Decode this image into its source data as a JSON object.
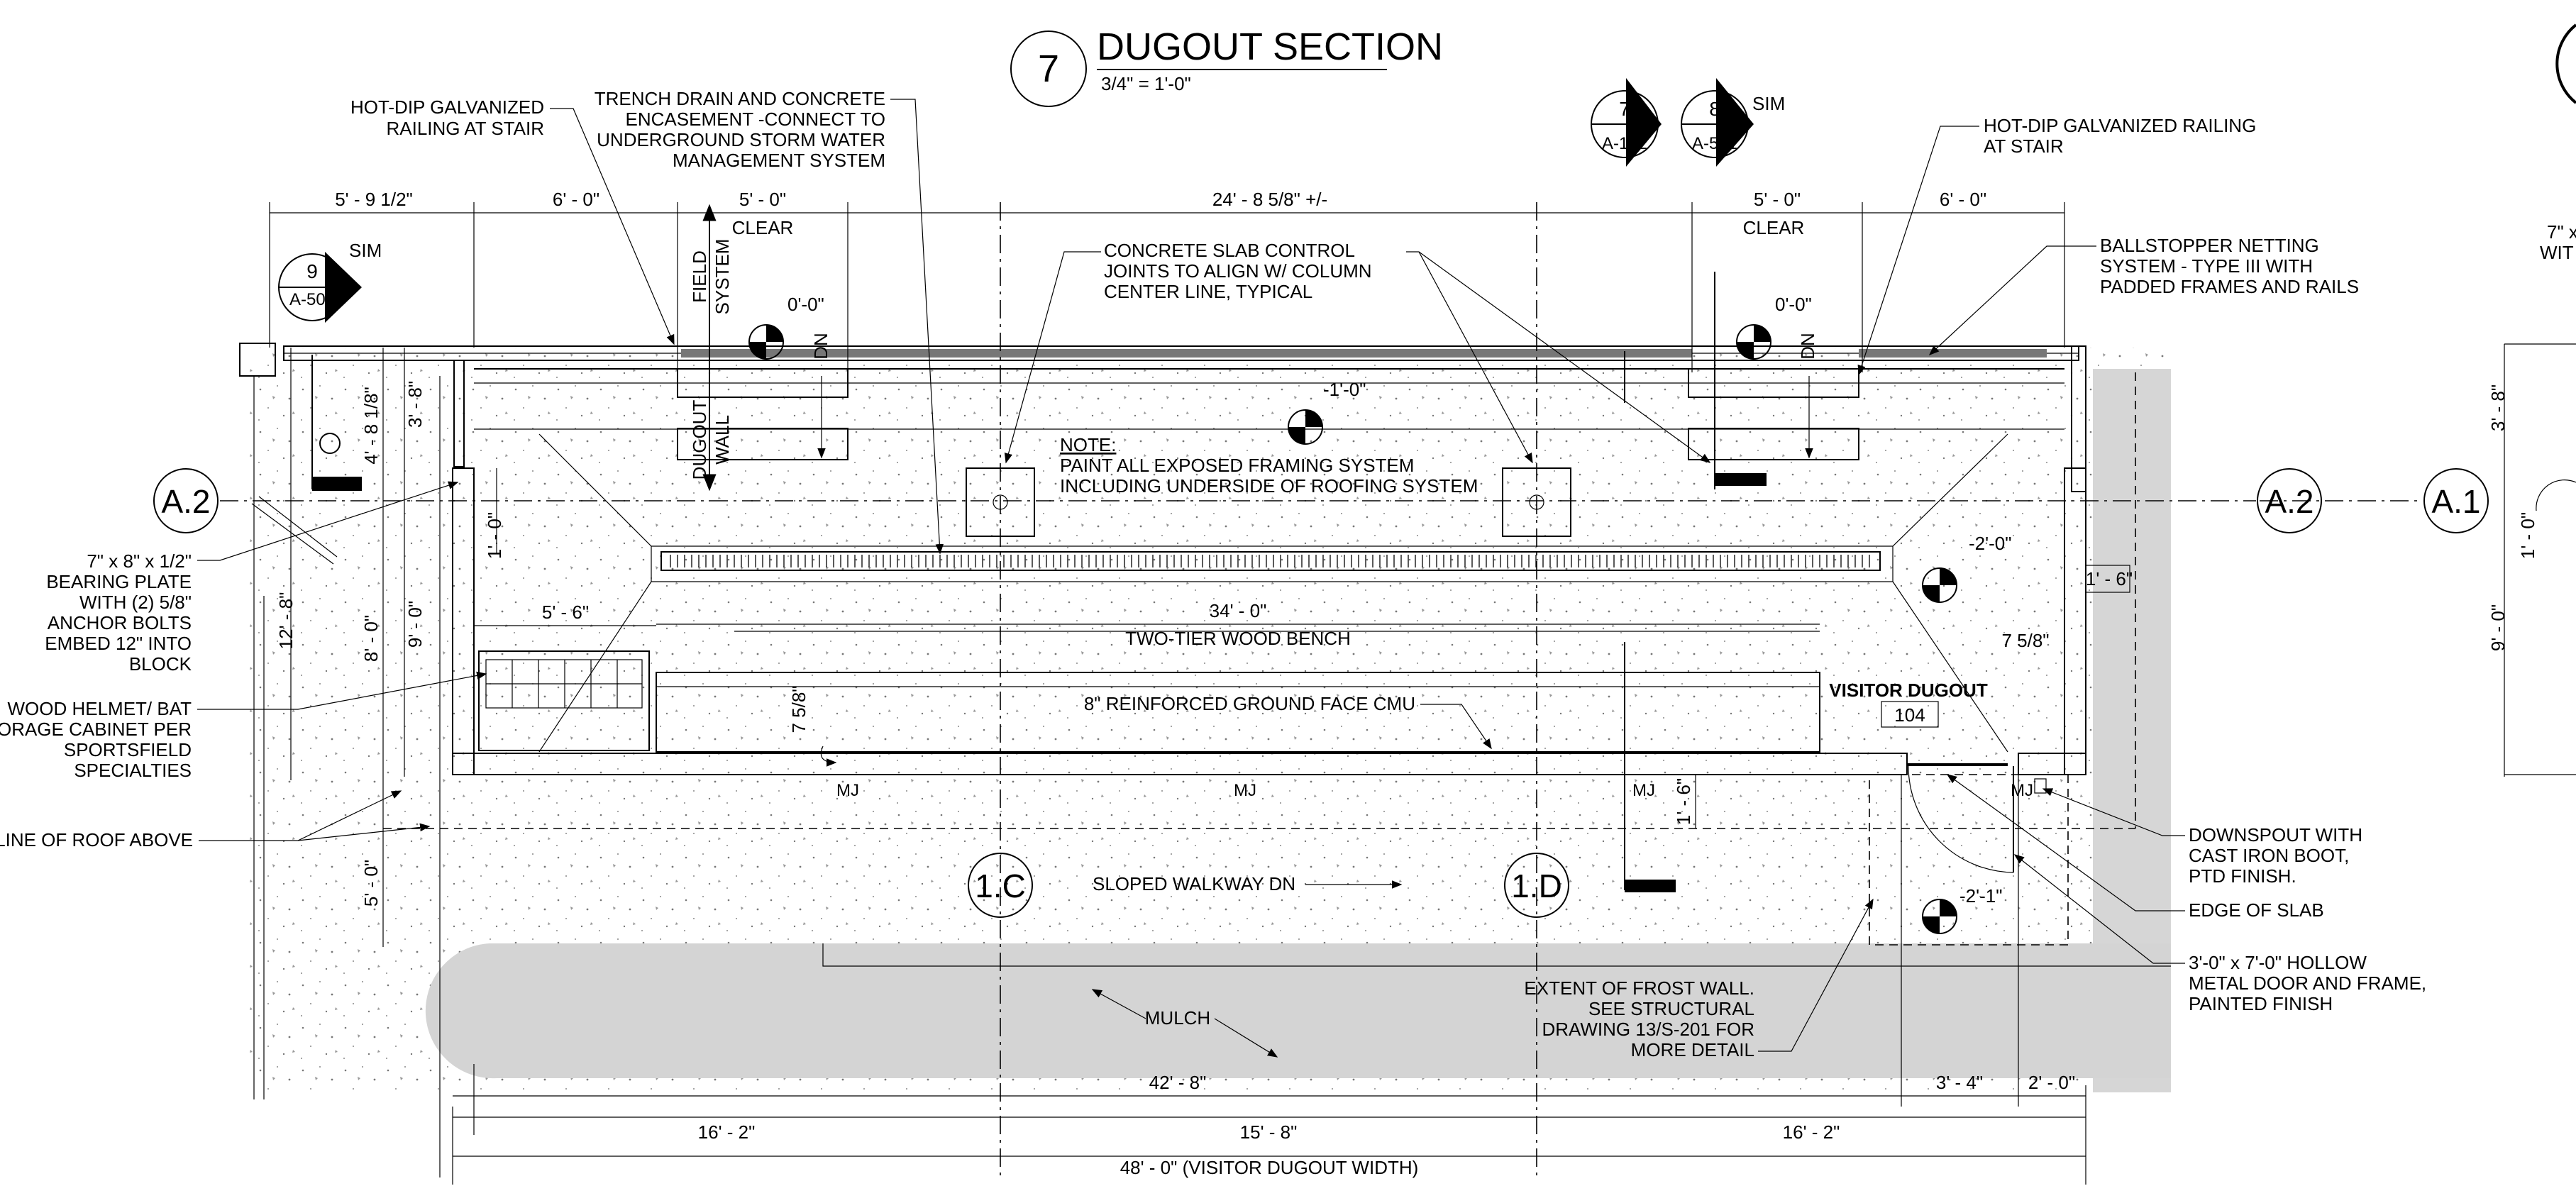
{
  "title": {
    "number": "7",
    "name": "DUGOUT SECTION",
    "scale": "3/4\" = 1'-0\""
  },
  "section_tags": [
    {
      "number": "9",
      "sheet": "A-501",
      "suffix": "SIM"
    },
    {
      "number": "7",
      "sheet": "A-102",
      "suffix": ""
    },
    {
      "number": "8",
      "sheet": "A-501",
      "suffix": "SIM"
    }
  ],
  "gridlines": {
    "a2_left": "A.2",
    "a2_right": "A.2",
    "a1": "A.1",
    "c1": "1.C",
    "d1": "1.D"
  },
  "top_dimensions": [
    "5' - 9 1/2\"",
    "6' - 0\"",
    "5' - 0\"",
    "24' - 8 5/8\" +/-",
    "5' - 0\"",
    "6' - 0\""
  ],
  "clear_labels": [
    "CLEAR",
    "CLEAR"
  ],
  "bottom_dimensions": {
    "row1": [
      "42' - 8\"",
      "3' - 4\"",
      "2' - 0\""
    ],
    "row2": [
      "16' - 2\"",
      "15' - 8\"",
      "16' - 2\""
    ],
    "total": "48' - 0\" (VISITOR DUGOUT WIDTH)"
  },
  "vertical_dimensions": {
    "left_a": "4' - 8 1/8\"",
    "left_b": "3' - 8\"",
    "left_c": "1' - 0\"",
    "left_d": "12' - 8\"",
    "left_e": "8' - 0\"",
    "left_f": "9' - 0\"",
    "left_g": "5' - 0\"",
    "right_a": "1' - 6\"",
    "right_b": "7 5/8\"",
    "mid_a": "1' - 6\"",
    "far_a": "3' - 8\"",
    "far_b": "1' - 0\"",
    "far_c": "9' - 0\""
  },
  "interior_dimensions": {
    "cabinet_width": "5' - 6\"",
    "bench_length": "34' - 0\"",
    "wall_thickness": "7 5/8\""
  },
  "elevations": {
    "stair_left": "0'-0\"",
    "stair_right": "0'-0\"",
    "center": "-1'-0\"",
    "right": "-2'-0\"",
    "door": "-2'-1\""
  },
  "stair_labels": {
    "dn_left": "DN",
    "dn_right": "DN"
  },
  "callouts": {
    "railing_left": [
      "HOT-DIP GALVANIZED",
      "RAILING AT STAIR"
    ],
    "trench_drain": [
      "TRENCH DRAIN AND CONCRETE",
      "ENCASEMENT -CONNECT TO",
      "UNDERGROUND STORM WATER",
      "MANAGEMENT SYSTEM"
    ],
    "railing_right": [
      "HOT-DIP GALVANIZED RAILING",
      "AT STAIR"
    ],
    "slab_joints": [
      "CONCRETE SLAB CONTROL",
      "JOINTS TO ALIGN W/ COLUMN",
      "CENTER LINE, TYPICAL"
    ],
    "ballstopper": [
      "BALLSTOPPER NETTING",
      "SYSTEM - TYPE III WITH",
      "PADDED FRAMES AND RAILS"
    ],
    "bearing_plate": [
      "7\" x 8\" x 1/2\"",
      "BEARING PLATE",
      "WITH (2) 5/8\"",
      "ANCHOR BOLTS",
      "EMBED 12\" INTO",
      "BLOCK"
    ],
    "helmet_cabinet": [
      "WOOD HELMET/ BAT",
      "ORAGE CABINET PER",
      "SPORTSFIELD",
      "SPECIALTIES"
    ],
    "roof_line": "LINE OF ROOF ABOVE",
    "downspout": [
      "DOWNSPOUT WITH",
      "CAST IRON BOOT,",
      "PTD FINISH."
    ],
    "edge_slab": "EDGE OF SLAB",
    "door": [
      "3'-0\" x 7'-0\"  HOLLOW",
      "METAL DOOR AND FRAME,",
      "PAINTED FINISH"
    ],
    "frost_wall": [
      "EXTENT OF FROST WALL.",
      "SEE STRUCTURAL",
      "DRAWING 13/S-201 FOR",
      "MORE DETAIL"
    ],
    "mulch": "MULCH",
    "walkway": "SLOPED WALKWAY DN",
    "field_system": [
      "FIELD",
      "SYSTEM"
    ],
    "dugout_wall": [
      "DUGOUT",
      "WALL"
    ],
    "cmu": "8\" REINFORCED GROUND FACE CMU",
    "bench": "TWO-TIER WOOD BENCH",
    "note_head": "NOTE:",
    "note_lines": [
      "PAINT ALL EXPOSED FRAMING SYSTEM",
      "INCLUDING UNDERSIDE OF ROOFING SYSTEM"
    ],
    "far_right_1": "7\" x",
    "far_right_2": "WIT"
  },
  "room": {
    "name": "VISITOR DUGOUT",
    "number": "104"
  },
  "joint_marks": [
    "MJ",
    "MJ",
    "MJ",
    "MJ"
  ]
}
